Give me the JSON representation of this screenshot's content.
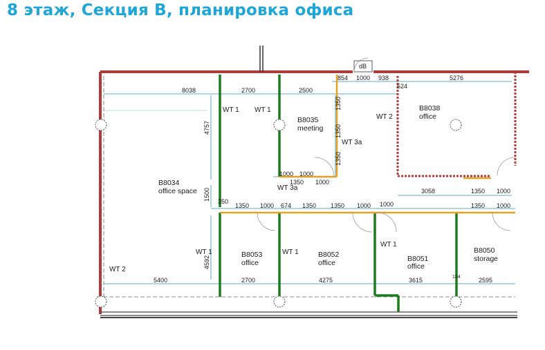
{
  "title": "8  этаж, Секция B, планировка офиса",
  "colors": {
    "title": "#1fa6d6",
    "outer_wall": "#b03a3a",
    "glass_partition": "#1f7a1f",
    "gypsum_partition": "#e8a020",
    "dimension_line": "#2a8fb0",
    "dashed_wall": "#666666"
  },
  "rooms": [
    {
      "code": "B8034",
      "type": "office space"
    },
    {
      "code": "B8035",
      "type": "meeting"
    },
    {
      "code": "B8038",
      "type": "office"
    },
    {
      "code": "B8053",
      "type": "office"
    },
    {
      "code": "B8052",
      "type": "office"
    },
    {
      "code": "B8051",
      "type": "office"
    },
    {
      "code": "B8050",
      "type": "storage"
    }
  ],
  "wall_tags": [
    "WT 1",
    "WT 1",
    "WT 2",
    "WT 3a",
    "WT 3a",
    "WT 1",
    "WT 1",
    "WT 1",
    "WT 2"
  ],
  "door_tag": "dB",
  "dims_top": [
    "8038",
    "2700",
    "2500",
    "854",
    "1000",
    "938",
    "5276",
    "524"
  ],
  "dims_vertical": [
    "4757",
    "1500",
    "4592",
    "1350",
    "1350",
    "1350"
  ],
  "dims_meeting": [
    "1000",
    "1000",
    "1350",
    "1000"
  ],
  "dims_office_8038": [
    "3058",
    "1350",
    "1000"
  ],
  "dims_corridor": [
    "350",
    "1350",
    "1000",
    "674",
    "1350",
    "1350",
    "1000",
    "1000",
    "1350",
    "1000"
  ],
  "dims_bottom": [
    "5400",
    "2700",
    "4275",
    "3615",
    "184",
    "2595"
  ]
}
